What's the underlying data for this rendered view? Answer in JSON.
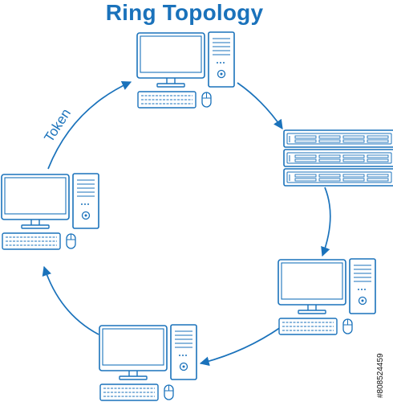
{
  "title": "Ring Topology",
  "edge_label": "Token",
  "stock_id": "#808524459",
  "colors": {
    "stroke": "#1a72bb",
    "fill": "#ffffff",
    "watermark": "#111111"
  },
  "nodes": [
    {
      "id": "pc-top",
      "kind": "desktop-computer"
    },
    {
      "id": "server",
      "kind": "rack-server"
    },
    {
      "id": "pc-right",
      "kind": "desktop-computer"
    },
    {
      "id": "pc-bottom",
      "kind": "desktop-computer"
    },
    {
      "id": "pc-left",
      "kind": "desktop-computer"
    }
  ],
  "edges": [
    {
      "from": "pc-left",
      "to": "pc-top",
      "label": "Token"
    },
    {
      "from": "pc-top",
      "to": "server"
    },
    {
      "from": "server",
      "to": "pc-right"
    },
    {
      "from": "pc-right",
      "to": "pc-bottom"
    },
    {
      "from": "pc-bottom",
      "to": "pc-left"
    }
  ]
}
